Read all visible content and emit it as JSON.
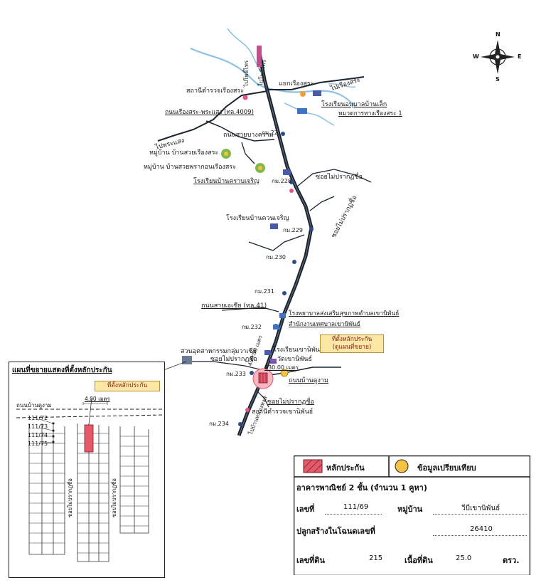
{
  "map": {
    "road_north_label": "ไปโพธิ์ไทร",
    "road_south_label": "ไปบ้านหนองหงส์",
    "road_northeast_label": "ไปเรืองสระ",
    "road_west_label": "ไปพระแสง",
    "intersection_label": "แยกเรืองสระ",
    "places": [
      {
        "label": "สถานีตำรวจเรืองสระ"
      },
      {
        "label": "โรงเรียนอนุบาลบ้านเล็ก"
      },
      {
        "label": "หมวดการทางเรืองสระ 1"
      },
      {
        "label": "ถนนเรืองสระ-พระแสง (ทล.4009)"
      },
      {
        "label": "ถนนสายบางคราม"
      },
      {
        "label": "กม.22"
      },
      {
        "label": "หมู่บ้าน บ้านสวยเรืองสระ"
      },
      {
        "label": "หมู่บ้าน บ้านสวยพรากอนเรืองสระ"
      },
      {
        "label": "โรงเรียนบ้านคราบเจริญ"
      },
      {
        "label": "กม.228"
      },
      {
        "label": "ซอยไม่ปรากฏชื่อ"
      },
      {
        "label": "ซอยไม่ปรากฏชื่อ"
      },
      {
        "label": "โรงเรียนบ้านควนเจริญ"
      },
      {
        "label": "กม.229"
      },
      {
        "label": "กม.230"
      },
      {
        "label": "กม.231"
      },
      {
        "label": "ถนนสายเอเชีย (ทล.41)"
      },
      {
        "label": "โรงพยาบาลส่งเสริมสุขภาพตำบลเขานิพันธ์"
      },
      {
        "label": "สำนักงานเทศบาลเขานิพันธ์"
      },
      {
        "label": "กม.232"
      },
      {
        "label": "สวนอุตสาหกรรมกลุ่มวาเซีย"
      },
      {
        "label": "ซอยไม่ปรากฏชื่อ"
      },
      {
        "label": "โรงเรียนเขานิพันธ์"
      },
      {
        "label": "วัดเขานิพันธ์"
      },
      {
        "label": "กม.233"
      },
      {
        "label": "ถนนบ้านดูงาม"
      },
      {
        "label": "ซอยไม่ปรากฏชื่อ"
      },
      {
        "label": "สถานีตำรวจเขานิพันธ์"
      },
      {
        "label": "กม.234"
      }
    ],
    "distance_1": "130.00 เมตร",
    "distance_2": "400.00 เมตร",
    "callout_line1": "ที่ตั้งหลักประกัน",
    "callout_line2": "(ดูแผนที่ขยาย)",
    "compass": {
      "n": "N",
      "s": "S",
      "e": "E",
      "w": "W"
    }
  },
  "inset": {
    "title": "แผนที่ขยายแสดงที่ตั้งหลักประกัน",
    "callout": "ที่ตั้งหลักประกัน",
    "road_label": "ถนนบ้านดูงาม",
    "distance": "4.00 เมตร",
    "soi_left": "ซอยไม่ปรากฏชื่อ",
    "soi_right": "ซอยไม่ปรากฏชื่อ",
    "lots": [
      "111/72",
      "111/73",
      "111/74",
      "111/75"
    ]
  },
  "info": {
    "legend_collateral": "หลักประกัน",
    "legend_comparison": "ข้อมูลเปรียบเทียบ",
    "building": "อาคารพาณิชย์ 2 ชั้น (จำนวน 1 คูหา)",
    "house_no_label": "เลขที่",
    "house_no_value": "111/69",
    "village_label": "หมู่บ้าน",
    "village_value": "วีบีเขานิพันธ์",
    "deed_label": "ปลูกสร้างในโฉนดเลขที่",
    "deed_value": "26410",
    "land_no_label": "เลขที่ดิน",
    "land_no_value": "215",
    "area_label": "เนื้อที่ดิน",
    "area_value": "25.0",
    "area_unit": "ตรว.",
    "colors": {
      "collateral": "#e35a6a",
      "comparison": "#f5c242",
      "road": "#1c2430",
      "water": "#8ec3e6"
    }
  }
}
